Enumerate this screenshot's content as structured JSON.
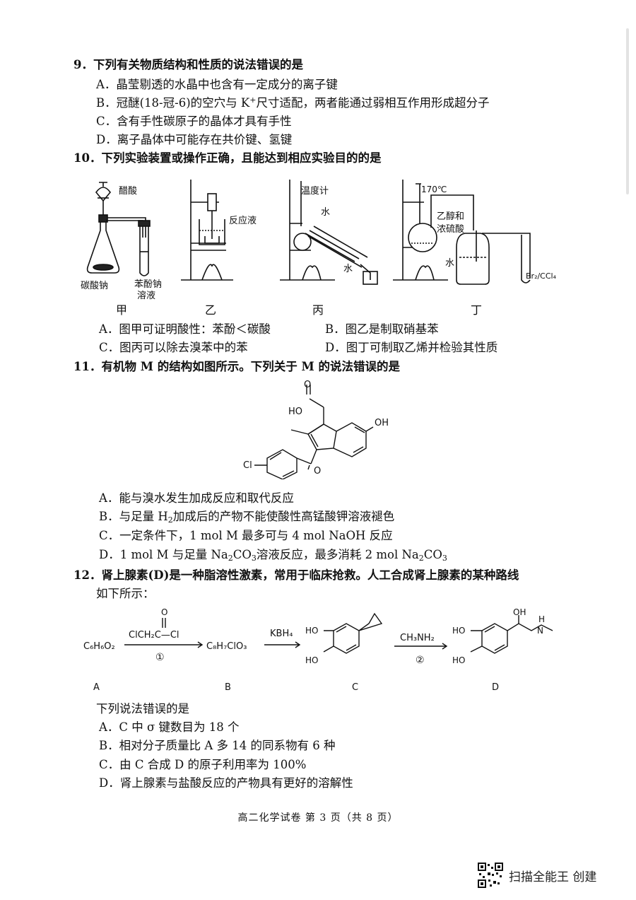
{
  "q9": {
    "stem": "9．下列有关物质结构和性质的说法错误的是",
    "A": "A．晶莹剔透的水晶中也含有一定成分的离子键",
    "B_pre": "B．冠醚(18-冠-6)的空穴与 K",
    "B_sup": "+",
    "B_post": "尺寸适配，两者能通过弱相互作用形成超分子",
    "C": "C．含有手性碳原子的晶体才具有手性",
    "D": "D．离子晶体中可能存在共价键、氢键"
  },
  "q10": {
    "stem": "10．下列实验装置或操作正确，且能达到相应实验目的的是",
    "fig": {
      "cusuan": "醋酸",
      "tansuanna": "碳酸钠",
      "benfenna_1": "苯酚钠",
      "benfenna_2": "溶液",
      "fanyingye": "反应液",
      "wenduji": "温度计",
      "shui_top": "水",
      "shui_bottom": "水",
      "temp": "170℃",
      "yichun_1": "乙醇和",
      "yichun_2": "浓硫酸",
      "shui_ding": "水",
      "br2": "Br₂/CCl₄",
      "label_jia": "甲",
      "label_yi": "乙",
      "label_bing": "丙",
      "label_ding": "丁"
    },
    "A": "A．图甲可证明酸性：苯酚＜碳酸",
    "B": "B．图乙是制取硝基苯",
    "C": "C．图丙可以除去溴苯中的苯",
    "D": "D．图丁可制取乙烯并检验其性质"
  },
  "q11": {
    "stem": "11．有机物 M 的结构如图所示。下列关于 M 的说法错误的是",
    "struct": {
      "ho": "HO",
      "o_top": "O",
      "oh": "OH",
      "cl": "Cl",
      "o_bottom": "O"
    },
    "A": "A．能与溴水发生加成反应和取代反应",
    "B_pre": "B．与足量 H",
    "B_sub": "2",
    "B_post": "加成后的产物不能使酸性高锰酸钾溶液褪色",
    "C": "C．一定条件下，1 mol M 最多可与 4 mol NaOH 反应",
    "D_pre": "D．1 mol M 与足量 Na",
    "D_sub1": "2",
    "D_mid1": "CO",
    "D_sub2": "3",
    "D_mid2": "溶液反应，最多消耗 2 mol Na",
    "D_sub3": "2",
    "D_mid3": "CO",
    "D_sub4": "3"
  },
  "q12": {
    "stem1": "12．肾上腺素(D)是一种脂溶性激素，常用于临床抢救。人工合成肾上腺素的某种路线",
    "stem2": "如下所示：",
    "scheme": {
      "a_formula": "C₆H₆O₂",
      "reagent1": "ClCH₂C—Cl",
      "reagent1_o": "O",
      "step1": "①",
      "b_formula": "C₈H₇ClO₃",
      "reagent2": "KBH₄",
      "reagent3": "CH₃NH₂",
      "step2": "②",
      "c_ho1": "HO",
      "c_ho2": "HO",
      "d_ho1": "HO",
      "d_ho2": "HO",
      "d_oh": "OH",
      "d_h": "H",
      "d_n": "N",
      "lbl_a": "A",
      "lbl_b": "B",
      "lbl_c": "C",
      "lbl_d": "D"
    },
    "sub_stem": "下列说法错误的是",
    "A": "A．C 中 σ 键数目为 18 个",
    "B": "B．相对分子质量比 A 多 14 的同系物有 6 种",
    "C": "C．由 C 合成 D 的原子利用率为 100%",
    "D": "D．肾上腺素与盐酸反应的产物具有更好的溶解性"
  },
  "footer": "高二化学试卷  第 3 页（共 8 页）",
  "watermark": "扫描全能王  创建"
}
